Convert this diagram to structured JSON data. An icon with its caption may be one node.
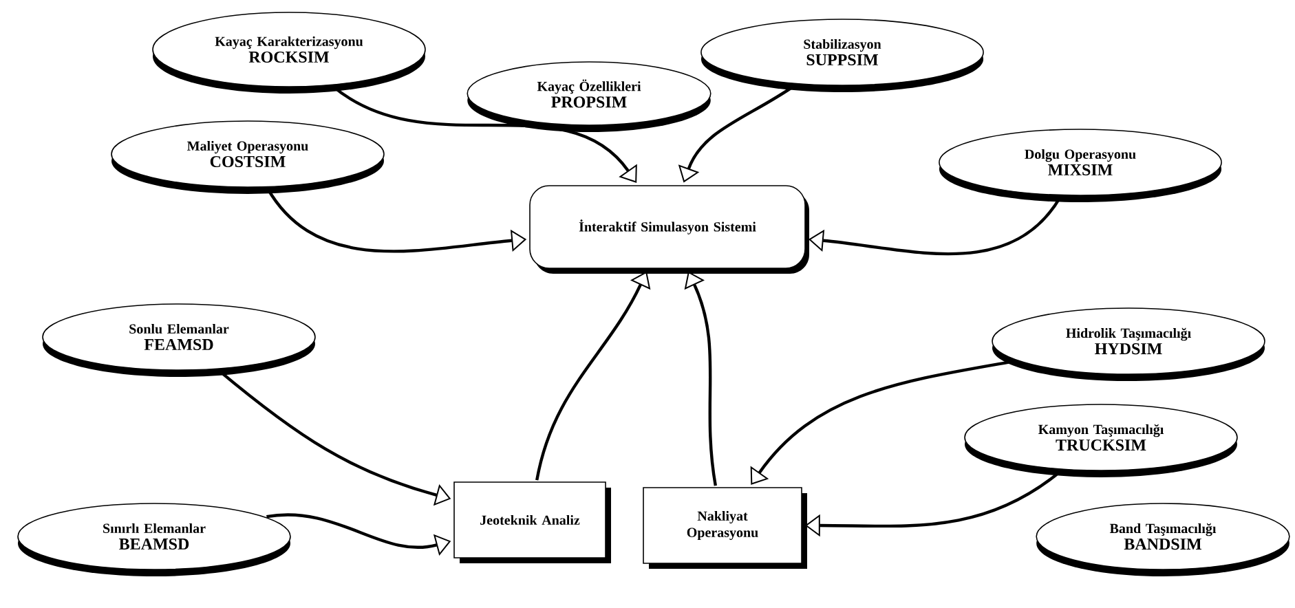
{
  "diagram": {
    "nodes": [
      {
        "text": [
          "Kayaç Karakterizasyonu",
          "ROCKSIM"
        ]
      },
      {
        "text": [
          "Kayaç Özellikleri",
          "PROPSIM"
        ]
      },
      {
        "text": [
          "Stabilizasyon",
          "SUPPSIM"
        ]
      },
      {
        "text": [
          "Maliyet Operasyonu",
          "COSTSIM"
        ]
      },
      {
        "text": [
          "Dolgu Operasyonu",
          "MIXSIM"
        ]
      },
      {
        "text": [
          "İnteraktif Simulasyon Sistemi"
        ]
      },
      {
        "text": [
          "Sonlu Elemanlar",
          "FEAMSD"
        ]
      },
      {
        "text": [
          "Sınırlı Elemanlar",
          "BEAMSD"
        ]
      },
      {
        "text": [
          "Jeoteknik Analiz"
        ]
      },
      {
        "text": [
          "Nakliyat Operasyonu"
        ]
      },
      {
        "text": [
          "Hidrolik Taşımacılığı",
          "HYDSIM"
        ]
      },
      {
        "text": [
          "Kamyon Taşımacılığı",
          "TRUCKSIM"
        ]
      },
      {
        "text": [
          "Band Taşımacılığı",
          "BANDSIM"
        ]
      }
    ],
    "edges": [
      {
        "from": 0,
        "to": 5,
        "arrow": "to"
      },
      {
        "from": 2,
        "to": 5,
        "arrow": "to"
      },
      {
        "from": 3,
        "to": 5,
        "arrow": "to"
      },
      {
        "from": 4,
        "to": 5,
        "arrow": "to"
      },
      {
        "from": 6,
        "to": 8,
        "arrow": "to"
      },
      {
        "from": 7,
        "to": 8,
        "arrow": "to"
      },
      {
        "from": 8,
        "to": 5,
        "arrow": "to"
      },
      {
        "from": 9,
        "to": 5,
        "arrow": "to"
      },
      {
        "from": 10,
        "to": 9,
        "arrow": "to"
      },
      {
        "from": 11,
        "to": 9,
        "arrow": "to"
      }
    ]
  }
}
